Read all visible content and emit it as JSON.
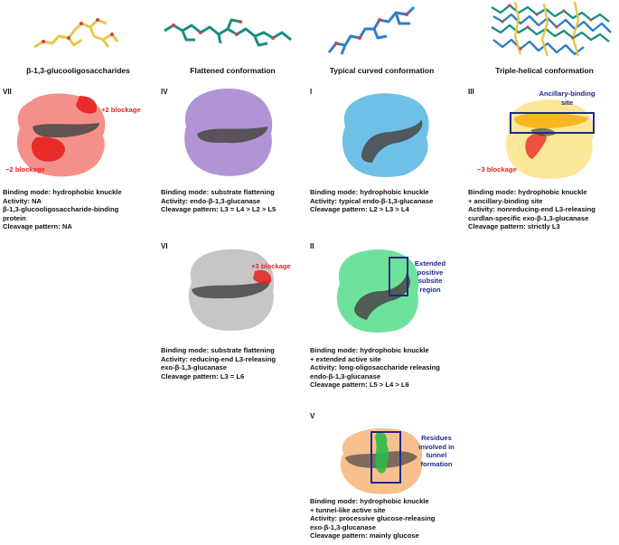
{
  "headers": [
    "β-1,3-glucooligosaccharides",
    "Flattened conformation",
    "Typical curved conformation",
    "Triple-helical conformation"
  ],
  "panels": {
    "VII": {
      "label": "VII",
      "annotations": [
        "+2 blockage",
        "−2 blockage"
      ],
      "caption": [
        "Binding mode: hydrophobic knuckle",
        "Activity: NA",
        "β-1,3-glucooligosaccharide-binding",
        "protein",
        "Cleavage pattern: NA"
      ]
    },
    "IV": {
      "label": "IV",
      "caption": [
        "Binding mode: substrate flattening",
        "Activity: endo-β-1,3-glucanase",
        "Cleavage pattern: L3 = L4 > L2 > L5"
      ]
    },
    "I": {
      "label": "I",
      "caption": [
        "Binding mode: hydrophobic knuckle",
        "Activity: typical endo-β-1,3-glucanase",
        "Cleavage pattern: L2 > L3 > L4"
      ]
    },
    "III": {
      "label": "III",
      "annotations": [
        "Ancillary-binding",
        "site",
        "−3 blockage"
      ],
      "caption": [
        "Binding mode: hydrophobic knuckle",
        "+ ancillary-binding site",
        "Activity: nonreducing-end L3-releasing",
        "curdlan-specific exo-β-1,3-glucanase",
        "Cleavage pattern: strictly L3"
      ]
    },
    "VI": {
      "label": "VI",
      "annotations": [
        "+3 blockage"
      ],
      "caption": [
        "Binding mode: substrate flattening",
        "Activity: reducing-end L3-releasing",
        "exo-β-1,3-glucanase",
        "Cleavage pattern: L3 = L6"
      ]
    },
    "II": {
      "label": "II",
      "annotations": [
        "Extended",
        "positive",
        "subsite",
        "region"
      ],
      "caption": [
        "Binding mode: hydrophobic knuckle",
        "+ extended active site",
        "Activity: long-oligosaccharide releasing",
        "endo-β-1,3-glucanase",
        "Cleavage pattern: L5 > L4 > L6"
      ]
    },
    "V": {
      "label": "V",
      "annotations": [
        "Residues",
        "involved in",
        "tunnel",
        "formation"
      ],
      "caption": [
        "Binding mode: hydrophobic knuckle",
        "+ tunnel-like active site",
        "Activity: processive glucose-releasing",
        "exo-β-1,3-glucanase",
        "Cleavage pattern: mainly glucose"
      ]
    }
  },
  "colors": {
    "VII": "#f4908a",
    "IV": "#b194d6",
    "I": "#6fc0e6",
    "III": "#fbe79a",
    "VI": "#c8c5c5",
    "II": "#6ee29c",
    "V": "#f8c08e",
    "groove": "#4a4646",
    "red": "#e8201f",
    "blue": "#1d2b8a",
    "highlight_yellow": "#f6b820",
    "highlight_green": "#2fb84a"
  },
  "icons": [
    "glucooligosaccharide-molecule-icon",
    "flattened-chain-molecule-icon",
    "curved-chain-molecule-icon",
    "triple-helix-molecule-icon"
  ]
}
